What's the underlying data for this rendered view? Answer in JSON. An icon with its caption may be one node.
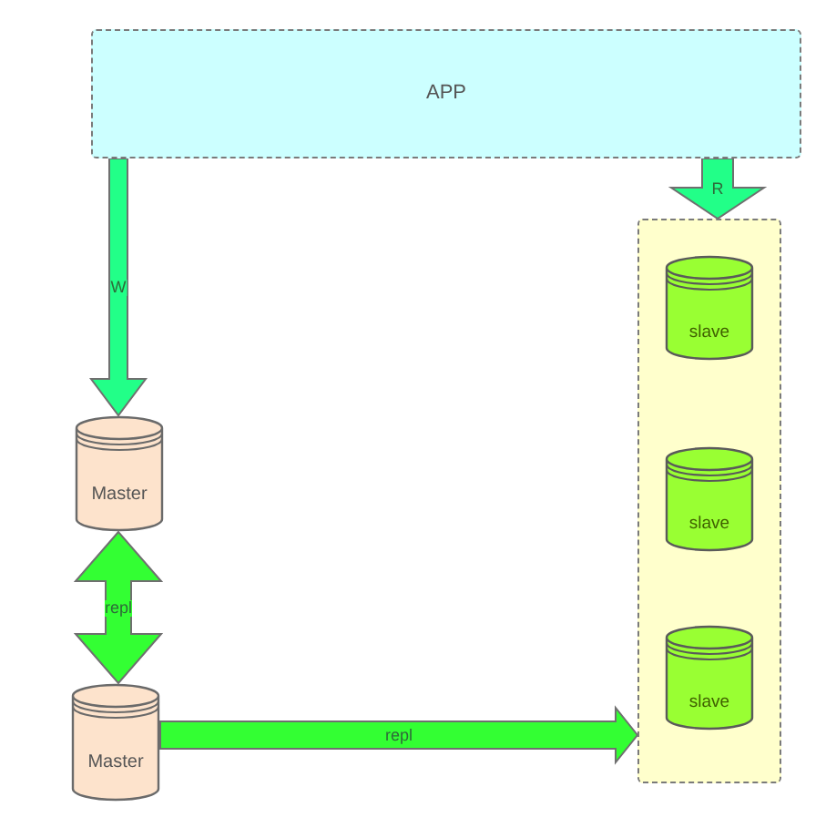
{
  "diagram": {
    "nodes": [
      {
        "text": [
          "APP"
        ]
      },
      {
        "text": [],
        "shape": "box"
      },
      {
        "text": [
          "slave"
        ],
        "in": 1
      },
      {
        "text": [
          "slave"
        ],
        "in": 1
      },
      {
        "text": [
          "slave"
        ],
        "in": 1
      },
      {
        "text": [
          "Master"
        ]
      },
      {
        "text": [
          "Master"
        ]
      }
    ],
    "edges": [
      {
        "from": 0,
        "to": 1,
        "arrow": "to",
        "label": "R",
        "color": "#22ff88"
      },
      {
        "from": 0,
        "to": 5,
        "arrow": "to",
        "label": "W",
        "color": "#22ff88"
      },
      {
        "from": 5,
        "to": 6,
        "arrow": "both",
        "label": "repl",
        "color": "#33ff33"
      },
      {
        "from": 6,
        "to": 1,
        "arrow": "to",
        "label": "repl",
        "color": "#33ff33"
      }
    ]
  }
}
